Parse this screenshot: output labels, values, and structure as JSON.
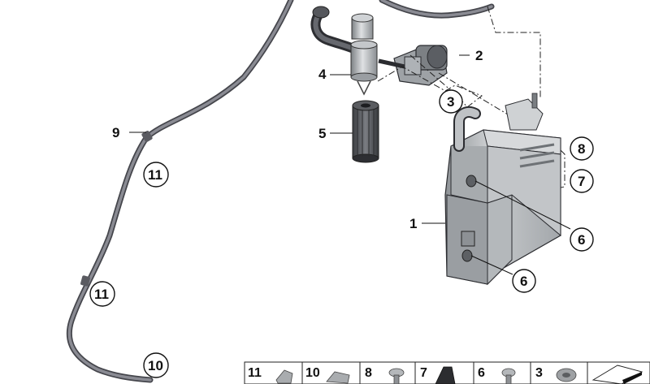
{
  "diagram": {
    "callouts": [
      {
        "id": "c1",
        "text": "1"
      },
      {
        "id": "c2",
        "text": "2"
      },
      {
        "id": "c3",
        "text": "3"
      },
      {
        "id": "c4",
        "text": "4"
      },
      {
        "id": "c5",
        "text": "5"
      },
      {
        "id": "c6a",
        "text": "6"
      },
      {
        "id": "c6b",
        "text": "6"
      },
      {
        "id": "c7",
        "text": "7"
      },
      {
        "id": "c8",
        "text": "8"
      },
      {
        "id": "c9",
        "text": "9"
      },
      {
        "id": "c10",
        "text": "10"
      },
      {
        "id": "c11a",
        "text": "11"
      },
      {
        "id": "c11b",
        "text": "11"
      }
    ],
    "legend": [
      {
        "id": "l11",
        "text": "11"
      },
      {
        "id": "l10",
        "text": "10"
      },
      {
        "id": "l8",
        "text": "8"
      },
      {
        "id": "l7",
        "text": "7"
      },
      {
        "id": "l6",
        "text": "6"
      },
      {
        "id": "l3",
        "text": "3"
      }
    ]
  },
  "colors": {
    "line": "#111111",
    "hose": "#6e6f78",
    "hose_highlight": "#a9aab2",
    "canister": "#b9bcc0",
    "canister_dark": "#8f9397",
    "canister_light": "#dadcde"
  }
}
